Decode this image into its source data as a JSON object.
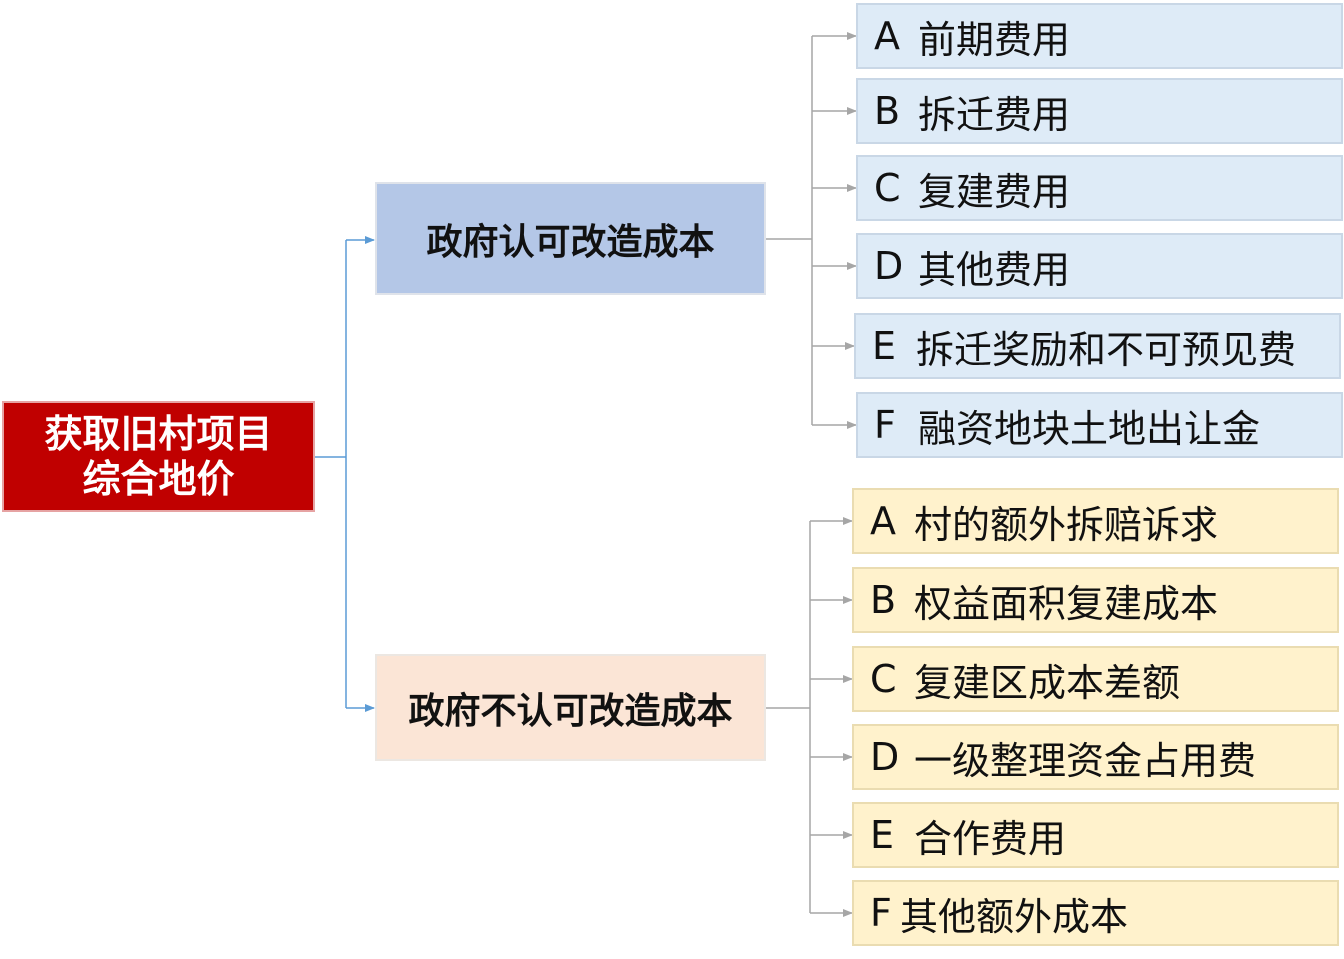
{
  "root": {
    "line1": "获取旧村项目",
    "line2": "综合地价"
  },
  "branches": [
    {
      "title": "政府认可改造成本",
      "items": [
        {
          "letter": "A",
          "text": "前期费用"
        },
        {
          "letter": "B",
          "text": "拆迁费用"
        },
        {
          "letter": "C",
          "text": "复建费用"
        },
        {
          "letter": "D",
          "text": "其他费用"
        },
        {
          "letter": "E",
          "text": "拆迁奖励和不可预见费"
        },
        {
          "letter": "F",
          "text": "融资地块土地出让金"
        }
      ]
    },
    {
      "title": "政府不认可改造成本",
      "items": [
        {
          "letter": "A",
          "text": "村的额外拆赔诉求"
        },
        {
          "letter": "B",
          "text": "权益面积复建成本"
        },
        {
          "letter": "C",
          "text": "复建区成本差额"
        },
        {
          "letter": "D",
          "text": "一级整理资金占用费"
        },
        {
          "letter": "E",
          "text": "合作费用"
        },
        {
          "letter": "F",
          "text": "其他额外成本"
        }
      ]
    }
  ],
  "colors": {
    "root_fill": "#c00000",
    "approved_fill": "#b4c7e7",
    "unapproved_fill": "#fbe5d6",
    "approved_item_fill": "#deebf7",
    "unapproved_item_fill": "#fff2cc",
    "root_connector": "#5b9bd5",
    "item_connector": "#a6a6a6"
  }
}
